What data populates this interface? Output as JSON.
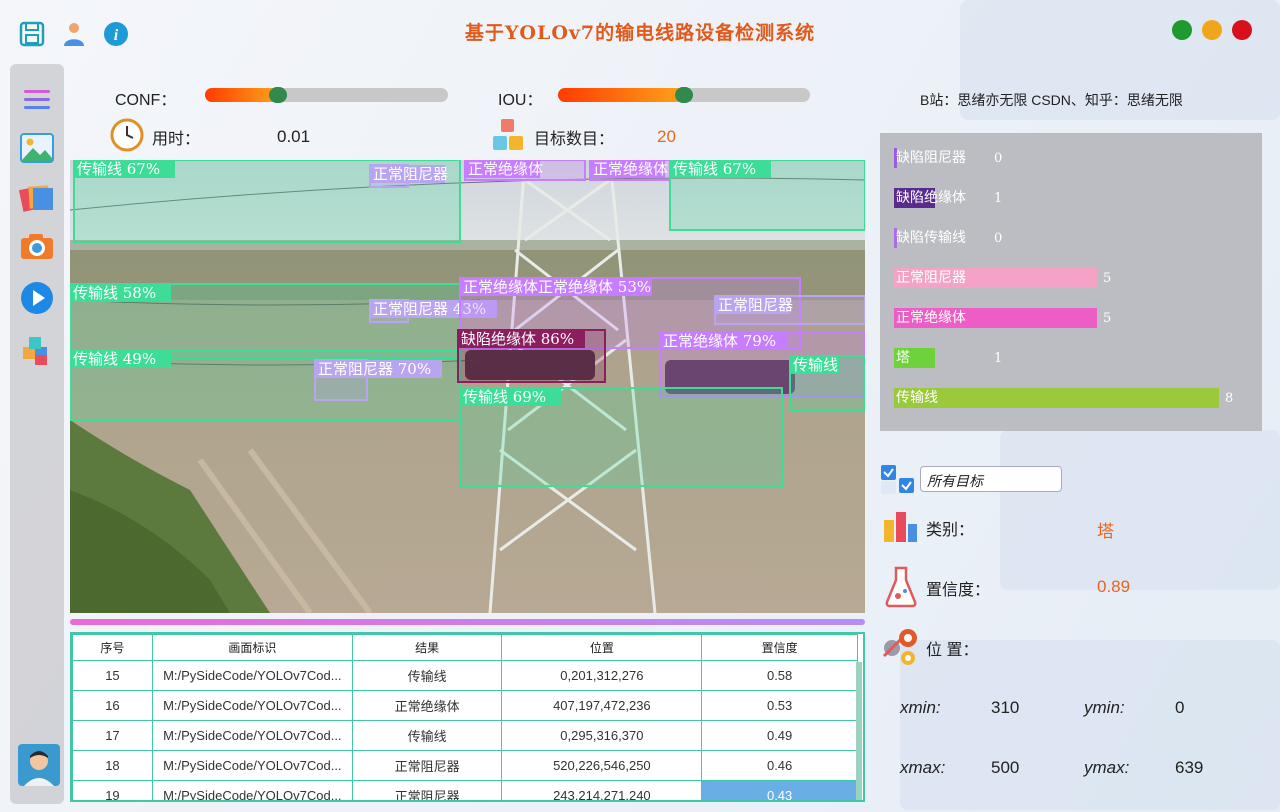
{
  "app_title": "基于YOLOv7的输电线路设备检测系统",
  "credit": "B站：思绪亦无限  CSDN、知乎：思绪无限",
  "controls": {
    "conf_label": "CONF：",
    "conf_value": 0.3,
    "iou_label": "IOU：",
    "iou_value": 0.5,
    "time_label": "用时：",
    "time_value": "0.01",
    "count_label": "目标数目：",
    "count_value": "20"
  },
  "stats": [
    {
      "label": "缺陷阻尼器",
      "count": "0",
      "value": 0,
      "color": "#9b59e6"
    },
    {
      "label": "缺陷绝缘体",
      "count": "1",
      "value": 1,
      "color": "#5a2b8e"
    },
    {
      "label": "缺陷传输线",
      "count": "0",
      "value": 0,
      "color": "#b06ae8"
    },
    {
      "label": "正常阻尼器",
      "count": "5",
      "value": 5,
      "color": "#f4a3c7"
    },
    {
      "label": "正常绝缘体",
      "count": "5",
      "value": 5,
      "color": "#ee5cc5"
    },
    {
      "label": "塔",
      "count": "1",
      "value": 1,
      "color": "#6ed23a"
    },
    {
      "label": "传输线",
      "count": "8",
      "value": 8,
      "color": "#9bc93c"
    }
  ],
  "select": {
    "value": "所有目标"
  },
  "detail": {
    "category_label": "类别：",
    "category_value": "塔",
    "confidence_label": "置信度：",
    "confidence_value": "0.89",
    "position_label": "位  置：",
    "xmin_label": "xmin:",
    "xmin": "310",
    "ymin_label": "ymin:",
    "ymin": "0",
    "xmax_label": "xmax:",
    "xmax": "500",
    "ymax_label": "ymax:",
    "ymax": "639"
  },
  "table": {
    "headers": [
      "序号",
      "画面标识",
      "结果",
      "位置",
      "置信度"
    ],
    "rows": [
      [
        "15",
        "M:/PySideCode/YOLOv7Cod...",
        "传输线",
        "0,201,312,276",
        "0.58"
      ],
      [
        "16",
        "M:/PySideCode/YOLOv7Cod...",
        "正常绝缘体",
        "407,197,472,236",
        "0.53"
      ],
      [
        "17",
        "M:/PySideCode/YOLOv7Cod...",
        "传输线",
        "0,295,316,370",
        "0.49"
      ],
      [
        "18",
        "M:/PySideCode/YOLOv7Cod...",
        "正常阻尼器",
        "520,226,546,250",
        "0.46"
      ],
      [
        "19",
        "M:/PySideCode/YOLOv7Cod...",
        "正常阻尼器",
        "243,214,271,240",
        "0.43"
      ]
    ]
  },
  "detections": [
    {
      "label": "传输线 67%",
      "color": "#3ddc97"
    },
    {
      "label": "正常绝缘体",
      "color": "#c77dff"
    },
    {
      "label": "正常绝缘体",
      "color": "#c77dff"
    },
    {
      "label": "传输线 67%",
      "color": "#3ddc97"
    },
    {
      "label": "正常阻尼器",
      "color": "#b9a4f0"
    },
    {
      "label": "传输线 58%",
      "color": "#3ddc97"
    },
    {
      "label": "正常阻尼器 43%",
      "color": "#b9a4f0"
    },
    {
      "label": "正常绝缘体正常绝缘体 53%",
      "color": "#c77dff"
    },
    {
      "label": "传输线 49%",
      "color": "#3ddc97"
    },
    {
      "label": "正常阻尼器 70%",
      "color": "#b9a4f0"
    },
    {
      "label": "缺陷绝缘体 86%",
      "color": "#8b1e5c"
    },
    {
      "label": "正常绝缘体 79%",
      "color": "#c77dff"
    },
    {
      "label": "正常阻尼器",
      "color": "#b9a4f0"
    },
    {
      "label": "传输线 69%",
      "color": "#3ddc97"
    },
    {
      "label": "传输线",
      "color": "#3ddc97"
    }
  ]
}
